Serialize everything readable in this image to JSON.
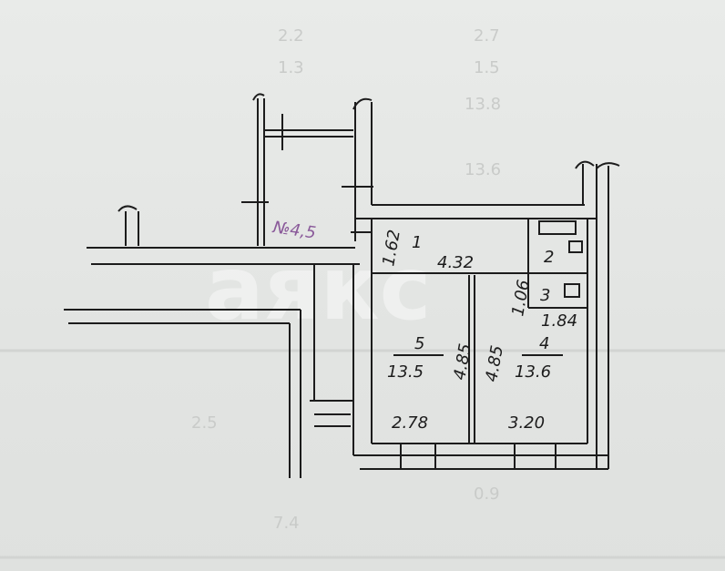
{
  "plan": {
    "flat_number": "№4,5",
    "rooms": [
      {
        "number": "1",
        "width": "1.62",
        "length": "4.32"
      },
      {
        "number": "2"
      },
      {
        "number": "3",
        "dimension": "1.06"
      },
      {
        "number": "4",
        "area": "13.6",
        "length": "4.85",
        "width": "3.20",
        "extra_dim": "1.84"
      },
      {
        "number": "5",
        "area": "13.5",
        "length": "4.85",
        "width": "2.78"
      }
    ]
  },
  "background_table": [
    "2.7",
    "2.2",
    "1.5",
    "1.3",
    "13.8",
    "13.6",
    "2.5",
    "0.9",
    "7.4"
  ],
  "watermark": "аякс",
  "colors": {
    "ink": "#1c1c1c",
    "flat_number": "#8a5a9a",
    "paper": "#e6e8e6"
  }
}
